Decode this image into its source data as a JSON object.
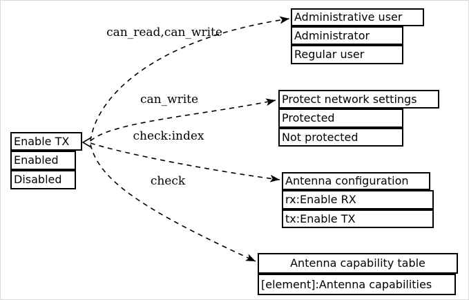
{
  "diagram": {
    "source": {
      "title": "Enable TX",
      "values": [
        "Enabled",
        "Disabled"
      ]
    },
    "relations": [
      {
        "label": "can_read,can_write",
        "target": {
          "title": "Administrative user",
          "values": [
            "Administrator",
            "Regular user"
          ]
        }
      },
      {
        "label": "can_write",
        "target": {
          "title": "Protect network settings",
          "values": [
            "Protected",
            "Not protected"
          ]
        }
      },
      {
        "label": "check:index",
        "target": {
          "title": "Antenna configuration",
          "values": [
            "rx:Enable RX",
            "tx:Enable TX"
          ]
        }
      },
      {
        "label": "check",
        "target": {
          "title": "Antenna capability table",
          "values": [
            "[element]:Antenna capabilities"
          ]
        }
      }
    ],
    "colors": {
      "line": "#000000",
      "background": "#ffffff",
      "text": "#000000"
    }
  }
}
